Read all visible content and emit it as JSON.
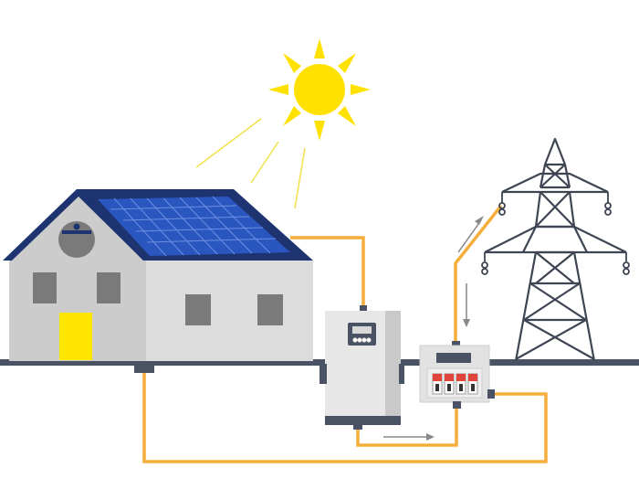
{
  "diagram": {
    "components": [
      {
        "id": "sun",
        "icon": "sun-icon"
      },
      {
        "id": "house",
        "icon": "house-icon"
      },
      {
        "id": "solar-panel",
        "icon": "solar-panel-icon"
      },
      {
        "id": "inverter",
        "icon": "inverter-icon"
      },
      {
        "id": "meter-box",
        "icon": "meter-box-icon"
      },
      {
        "id": "transmission-tower",
        "icon": "transmission-tower-icon"
      }
    ],
    "connections": [
      {
        "from": "solar-panel",
        "to": "inverter"
      },
      {
        "from": "inverter",
        "to": "meter-box"
      },
      {
        "from": "meter-box",
        "to": "transmission-tower"
      },
      {
        "from": "house",
        "to": "meter-box"
      }
    ],
    "colors": {
      "wire": "#f5ae3a",
      "ground": "#4a5363",
      "sun": "#ffe100",
      "sun_rays": "#f3e14a",
      "roof": "#1e3470",
      "panel": "#2a56c0",
      "panel_grid": "#6d8fe0",
      "wall_light": "#dcdcdc",
      "wall_dark": "#cccccc",
      "window": "#7a7a7a",
      "door": "#ffe600",
      "inverter_body": "#e7e7e7",
      "inverter_side": "#c9c9c9",
      "tower": "#3e4553",
      "breaker_red": "#e0443a",
      "arrow": "#888888"
    }
  }
}
